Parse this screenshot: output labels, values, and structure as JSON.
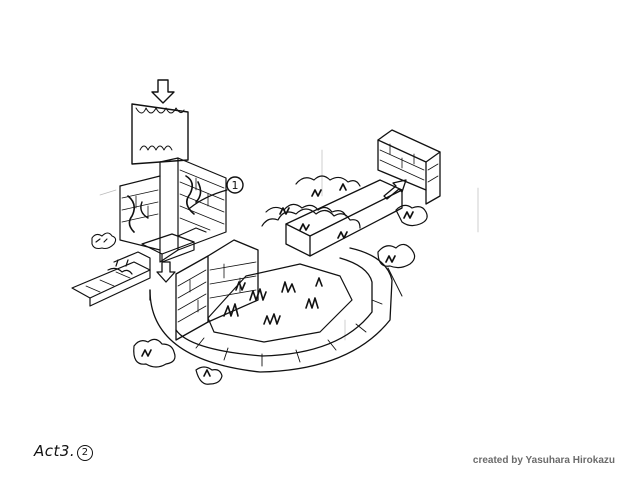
{
  "sketch": {
    "label_prefix": "Act3.",
    "label_number": "2",
    "marker_number": "1",
    "credit": "created by Yasuhara Hirokazu"
  },
  "icons": {
    "down_arrow_top": "down-arrow-icon",
    "down_arrow_mid": "down-arrow-icon",
    "exit_arrow": "up-right-arrow-icon",
    "marker": "circled-number-icon"
  },
  "colors": {
    "ink": "#111111",
    "paper": "#ffffff",
    "credit": "#6b6b6b"
  }
}
